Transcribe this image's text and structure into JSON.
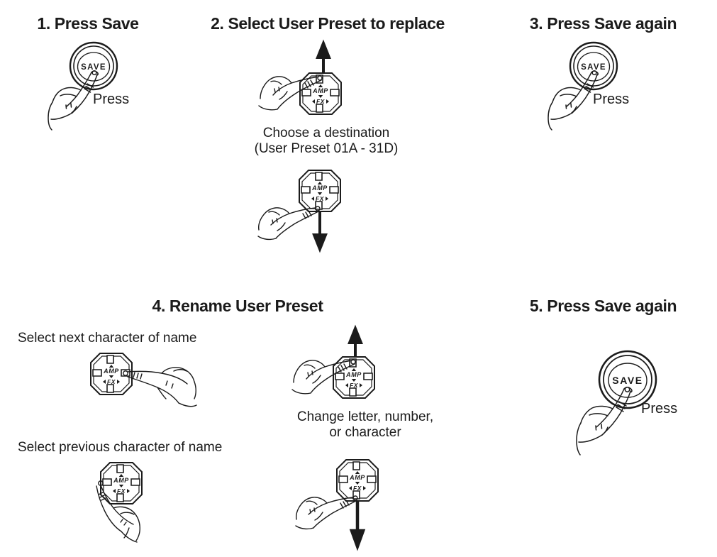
{
  "document": {
    "type": "instruction-diagram",
    "background_color": "#ffffff",
    "ink_color": "#1b1b1b",
    "title_hidden": "Saving a User Preset"
  },
  "steps": [
    {
      "id": "step-1",
      "heading": "1. Press Save",
      "device": "save-knob",
      "action_label": "Press"
    },
    {
      "id": "step-2",
      "heading": "2. Select User Preset to replace",
      "device": "dpad",
      "caption_line_1": "Choose a destination",
      "caption_line_2": "(User Preset 01A - 31D)"
    },
    {
      "id": "step-3",
      "heading": "3. Press Save again",
      "device": "save-knob",
      "action_label": "Press"
    },
    {
      "id": "step-4",
      "heading": "4. Rename User Preset",
      "label_next": "Select next character of name",
      "label_previous": "Select previous character of name",
      "caption_line_1": "Change letter, number,",
      "caption_line_2": "or character"
    },
    {
      "id": "step-5",
      "heading": "5. Press Save again",
      "device": "save-knob",
      "action_label": "Press"
    }
  ],
  "device_labels": {
    "save_knob_text": "SAVE",
    "dpad_vertical_text": "AMP",
    "dpad_horizontal_text": "FX",
    "dpad_up_glyph": "▲",
    "dpad_down_glyph": "▼",
    "dpad_left_glyph": "◀",
    "dpad_right_glyph": "▶"
  }
}
